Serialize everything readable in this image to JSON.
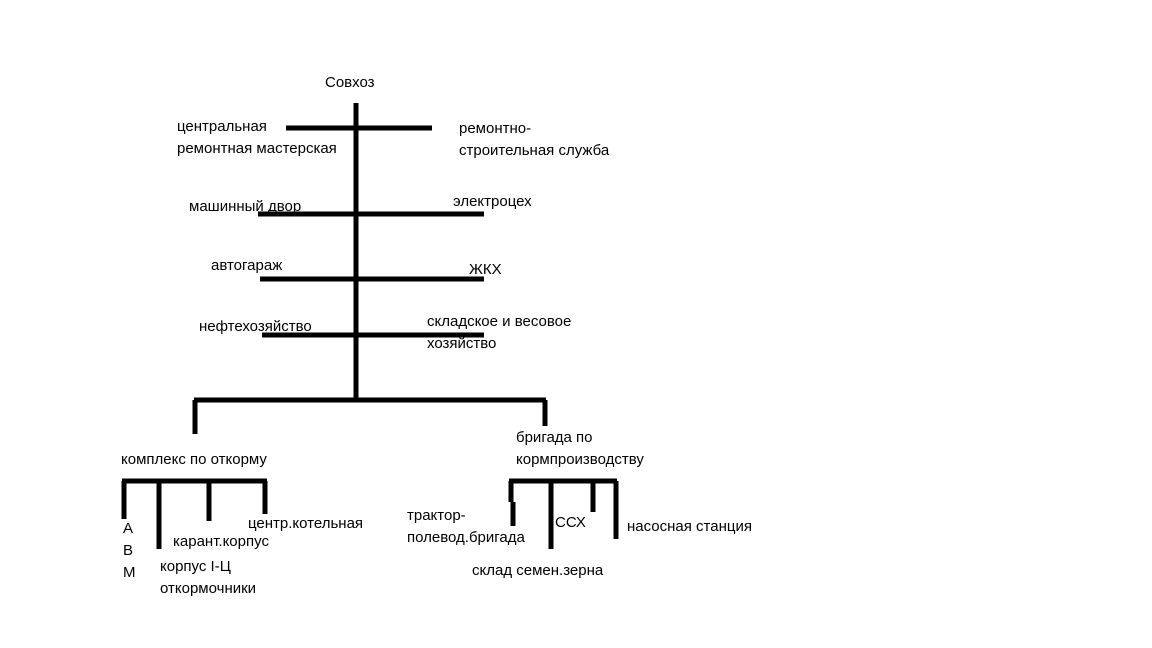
{
  "root": "Совхоз",
  "branches": {
    "central_repair": [
      "центральная",
      "ремонтная мастерская"
    ],
    "repair_construction": [
      "ремонтно-",
      "строительная служба"
    ],
    "machine_yard": "машинный двор",
    "electro": "электроцех",
    "garage": "автогараж",
    "housing": "ЖКХ",
    "oil": "нефтехозяйство",
    "warehouse": [
      "складское и весовое",
      "хозяйство"
    ]
  },
  "complex": {
    "title": "комплекс по откорму",
    "avm": [
      "А",
      "В",
      "М"
    ],
    "quarantine": "карант.корпус",
    "corpus": [
      "корпус I-Ц",
      "откормочники"
    ],
    "boiler": "центр.котельная"
  },
  "brigade": {
    "title": [
      "бригада по",
      "кормпроизводству"
    ],
    "tractor": [
      "трактор-",
      "полевод.бригада"
    ],
    "ssh": "ССХ",
    "seed": "склад семен.зерна",
    "pump": "насосная станция"
  }
}
